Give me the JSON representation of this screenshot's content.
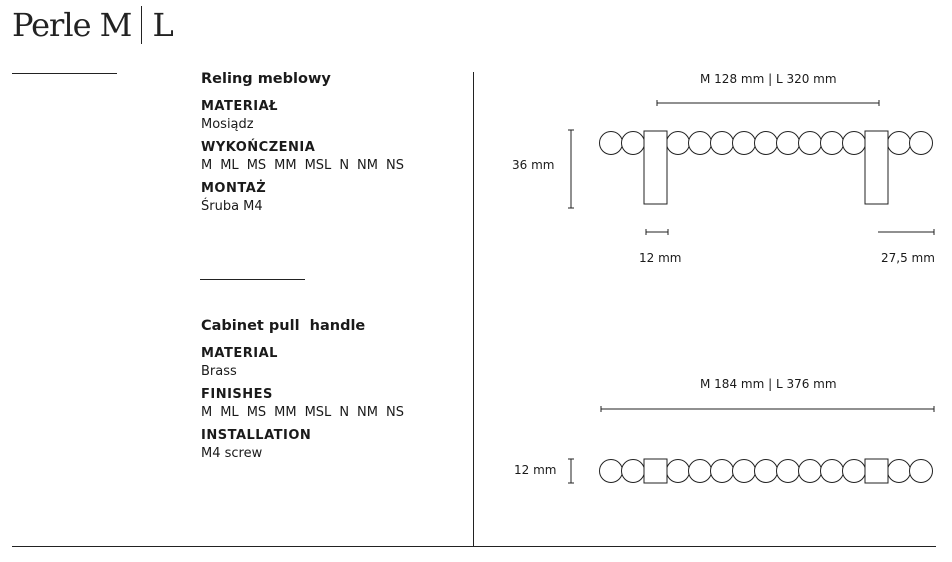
{
  "title": {
    "left": "Perle M",
    "right": "L"
  },
  "sections": [
    {
      "heading": "Reling meblowy",
      "material_label": "MATERIAŁ",
      "material": "Mosiądz",
      "finishes_label": "WYKOŃCZENIA",
      "finishes": [
        "M",
        "ML",
        "MS",
        "MM",
        "MSL",
        "N",
        "NM",
        "NS"
      ],
      "installation_label": "MONTAŻ",
      "installation": "Śruba M4"
    },
    {
      "heading": "Cabinet pull  handle",
      "material_label": "MATERIAL",
      "material": "Brass",
      "finishes_label": "FINISHES",
      "finishes": [
        "M",
        "ML",
        "MS",
        "MM",
        "MSL",
        "N",
        "NM",
        "NS"
      ],
      "installation_label": "INSTALLATION",
      "installation": "M4 screw"
    }
  ],
  "drawings": {
    "front": {
      "spacing": "M 128 mm | L 320 mm",
      "height": "36 mm",
      "foot_width": "12 mm",
      "overhang": "27,5 mm"
    },
    "top": {
      "length": "M 184 mm | L 376 mm",
      "thickness": "12 mm"
    }
  }
}
